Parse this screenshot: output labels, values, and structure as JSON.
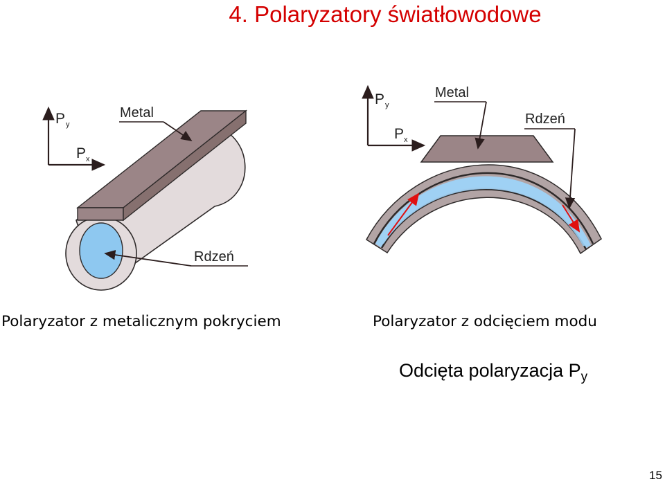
{
  "slide": {
    "title": "4. Polaryzatory światłowodowe",
    "page_number": "15"
  },
  "left_figure": {
    "axis_y_label": "P",
    "axis_y_sub": "y",
    "axis_x_label": "P",
    "axis_x_sub": "x",
    "metal_label": "Metal",
    "core_label": "Rdzeń",
    "caption": "Polaryzator z metalicznym pokryciem",
    "colors": {
      "metal": "#9b8587",
      "cladding": "#e3dbdc",
      "core": "#8ec8f0"
    }
  },
  "right_figure": {
    "axis_y_label": "P",
    "axis_y_sub": "y",
    "axis_x_label": "P",
    "axis_x_sub": "x",
    "metal_label": "Metal",
    "core_label": "Rdzeń",
    "caption": "Polaryzator z odcięciem modu",
    "colors": {
      "metal": "#9b8587",
      "cladding": "#b2a4a5",
      "core": "#9fd0f4",
      "arrow": "#e01010"
    }
  },
  "note": {
    "text": "Odcięta polaryzacja P",
    "sub": "y"
  }
}
